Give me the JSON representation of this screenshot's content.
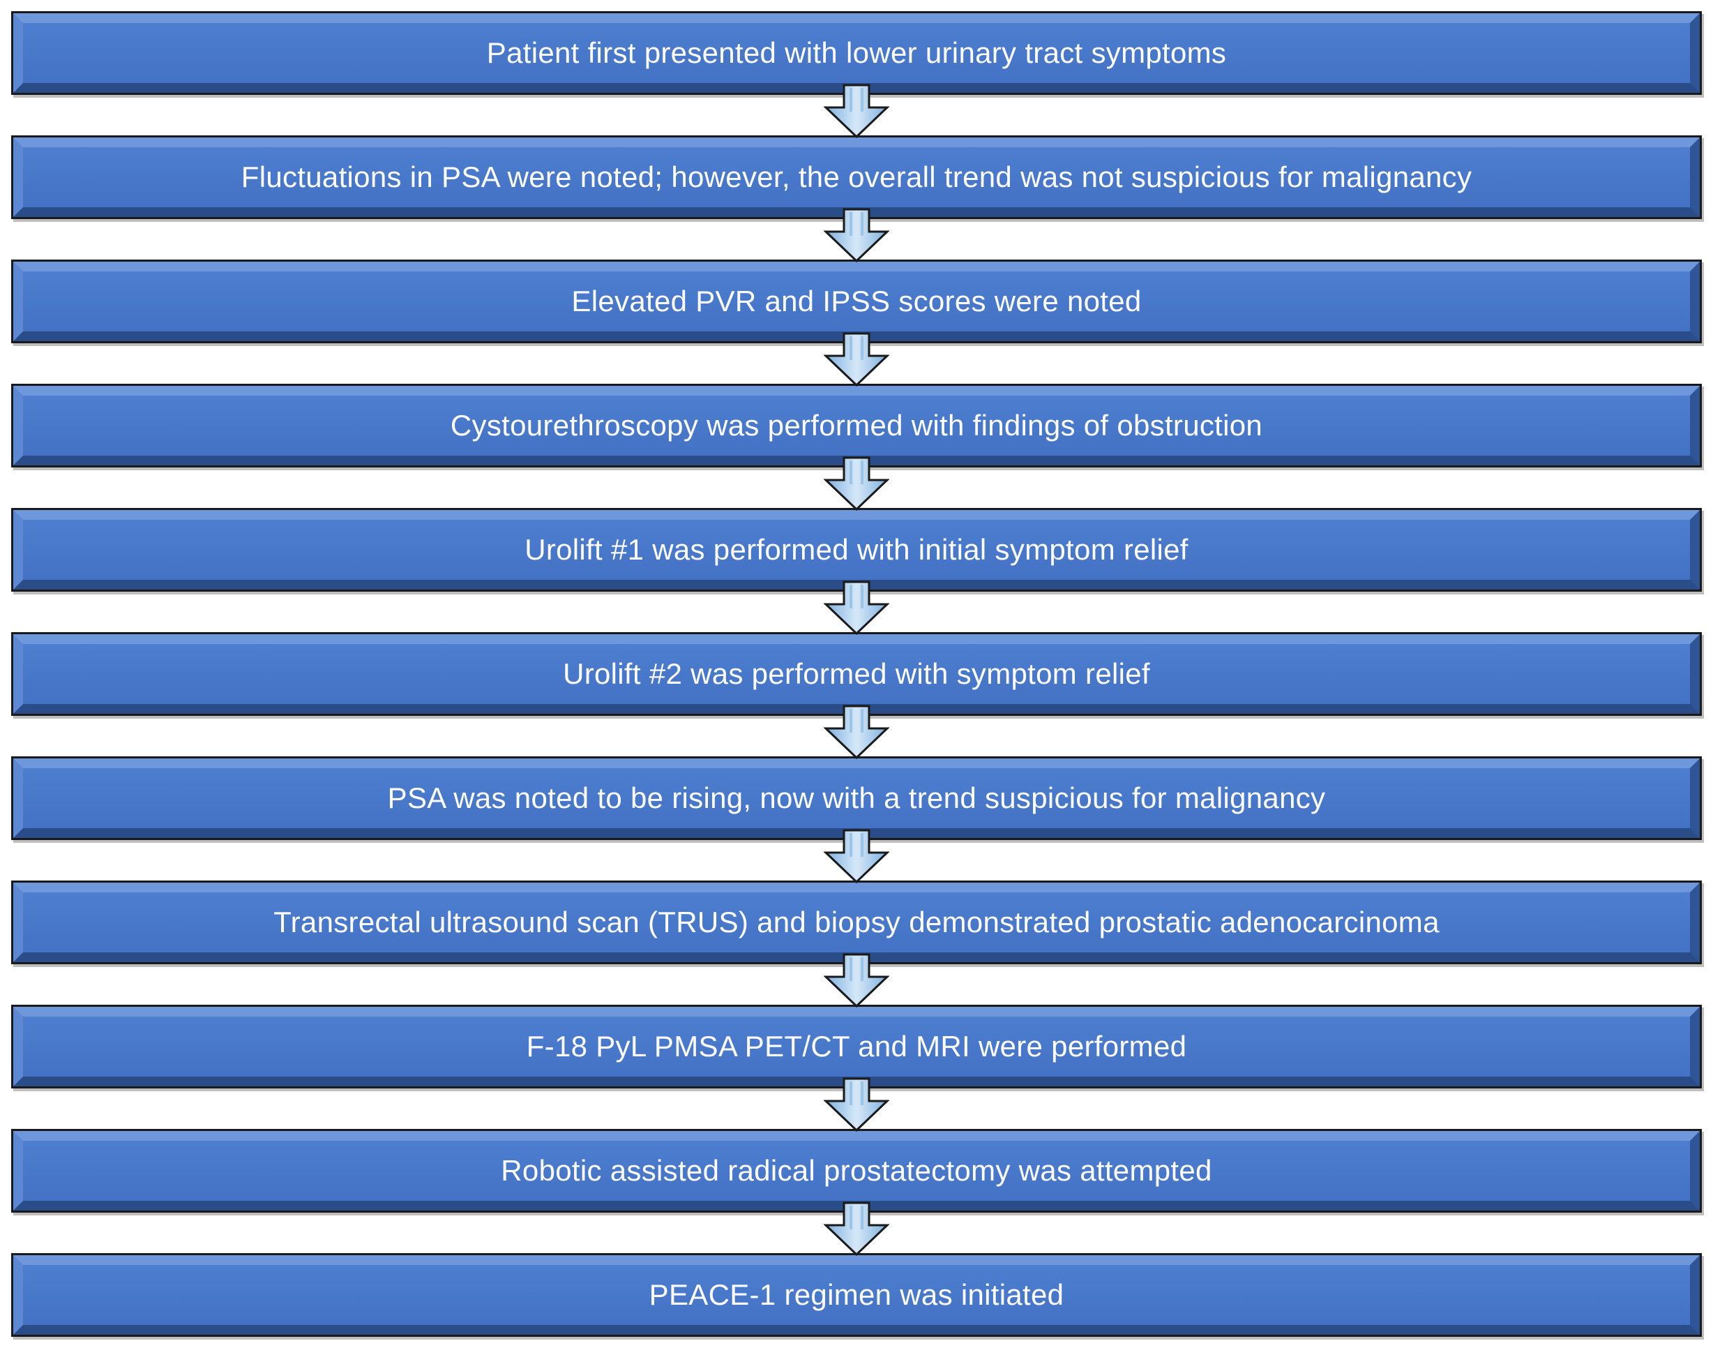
{
  "steps": [
    {
      "label": "Patient first presented with lower urinary tract symptoms"
    },
    {
      "label": "Fluctuations in PSA were noted; however, the overall trend was not suspicious for malignancy"
    },
    {
      "label": "Elevated PVR and IPSS scores were noted"
    },
    {
      "label": "Cystourethroscopy was performed with findings of obstruction"
    },
    {
      "label": "Urolift #1 was performed with initial symptom relief"
    },
    {
      "label": "Urolift #2 was performed with symptom relief"
    },
    {
      "label": "PSA was noted to be rising, now with a trend suspicious for malignancy"
    },
    {
      "label": "Transrectal ultrasound scan (TRUS) and biopsy demonstrated prostatic adenocarcinoma"
    },
    {
      "label": "F-18 PyL PMSA PET/CT and MRI were performed"
    },
    {
      "label": "Robotic assisted radical prostatectomy was attempted"
    },
    {
      "label": "PEACE-1 regimen was initiated"
    }
  ],
  "colors": {
    "box_fill": "#4472c4",
    "box_border": "#1a1a1a",
    "text": "#ffffff",
    "arrow_fill": "#9dc3e6"
  }
}
